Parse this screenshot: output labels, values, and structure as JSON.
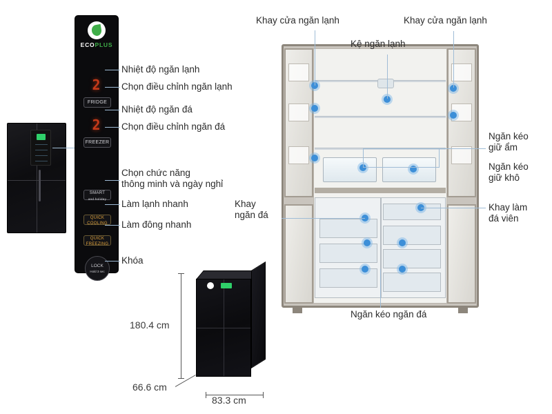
{
  "brand": {
    "name": "ECOPLUS",
    "name_eco": "ECO",
    "name_plus": "PLUS"
  },
  "panel": {
    "fridge_temp": "2",
    "freezer_temp": "2",
    "buttons": {
      "fridge": "FRIDGE",
      "freezer": "FREEZER",
      "smart_line1": "SMART",
      "smart_line2": "and holiday",
      "quick_cool_line1": "QUICK",
      "quick_cool_line2": "COOLING",
      "quick_freeze_line1": "QUICK",
      "quick_freeze_line2": "FREEZING",
      "lock_line1": "LOCK",
      "lock_line2": "Hold 3 sec"
    }
  },
  "annotations": {
    "fridge_temp": "Nhiệt độ ngăn lạnh",
    "fridge_adjust": "Chọn điều chỉnh ngăn lạnh",
    "freezer_temp": "Nhiệt độ ngăn đá",
    "freezer_adjust": "Chọn điều chỉnh ngăn đá",
    "smart_mode": "Chọn chức năng\nthông minh và ngày nghỉ",
    "quick_cool": "Làm lạnh nhanh",
    "quick_freeze": "Làm đông nhanh",
    "lock": "Khóa",
    "door_shelf_left": "Khay cửa ngăn lạnh",
    "door_shelf_right": "Khay cửa ngăn lạnh",
    "fridge_rack": "Kệ ngăn lạnh",
    "humid_drawer": "Ngăn kéo\ngiữ ẩm",
    "dry_drawer": "Ngăn kéo\ngiữ khô",
    "ice_tray_shelf": "Khay\nngăn đá",
    "ice_cube_tray": "Khay làm\nđá viên",
    "freezer_drawer": "Ngăn kéo ngăn đá"
  },
  "dimensions": {
    "height": "180.4 cm",
    "depth": "66.6 cm",
    "width": "83.3 cm"
  },
  "colors": {
    "accent_dot": "#3d8fd8",
    "leader_line": "#9fbcd6",
    "led_red": "#c53a1a",
    "brand_green": "#3fae49"
  }
}
